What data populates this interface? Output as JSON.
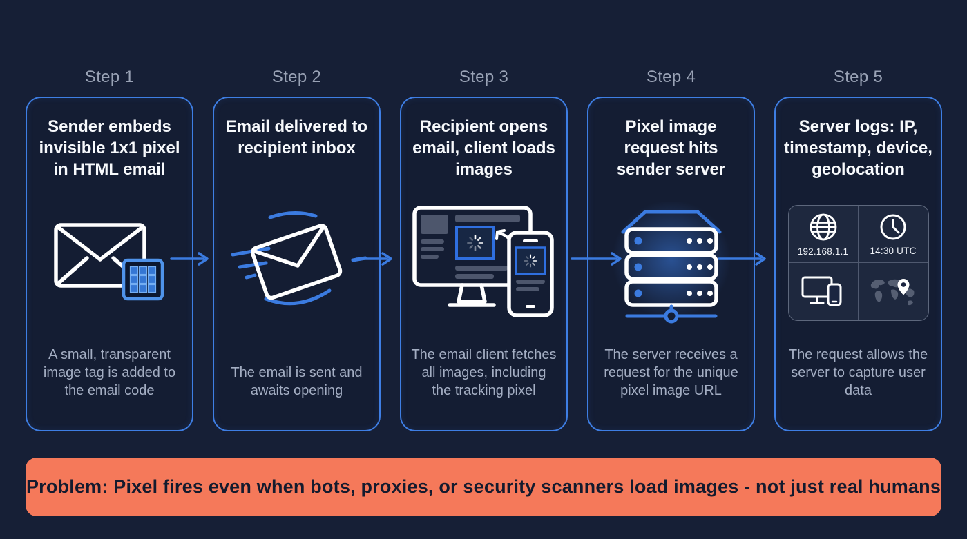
{
  "colors": {
    "background": "#161f36",
    "card_background": "#141d33",
    "card_border": "#3e7ee4",
    "accent_blue": "#3b7be0",
    "step_label": "#99a2b5",
    "title_text": "#f7f9fc",
    "description_text": "#a4aec3",
    "banner_background": "#f5795a",
    "banner_text": "#141b2e"
  },
  "steps": [
    {
      "label": "Step 1",
      "title": "Sender embeds invisible 1x1 pixel in HTML email",
      "description": "A small, transparent image tag is added to the email code",
      "icon": "envelope-with-pixel-badge-icon"
    },
    {
      "label": "Step 2",
      "title": "Email delivered to recipient inbox",
      "description": "The email is sent and awaits opening",
      "icon": "flying-envelope-icon"
    },
    {
      "label": "Step 3",
      "title": "Recipient opens email, client loads images",
      "description": "The email client fetches all images, including the tracking pixel",
      "icon": "desktop-and-phone-loading-images-icon"
    },
    {
      "label": "Step 4",
      "title": "Pixel image request hits sender server",
      "description": "The server receives a request for the unique pixel image URL",
      "icon": "glowing-server-stack-icon"
    },
    {
      "label": "Step 5",
      "title": "Server logs: IP, timestamp, device, geolocation",
      "description": "The request allows the server to capture user data",
      "icon": "log-data-panel-icon"
    }
  ],
  "log_panel": {
    "ip": "192.168.1.1",
    "timestamp": "14:30 UTC"
  },
  "banner": {
    "text": "Problem: Pixel fires even when bots, proxies, or security scanners load images - not just real humans"
  }
}
